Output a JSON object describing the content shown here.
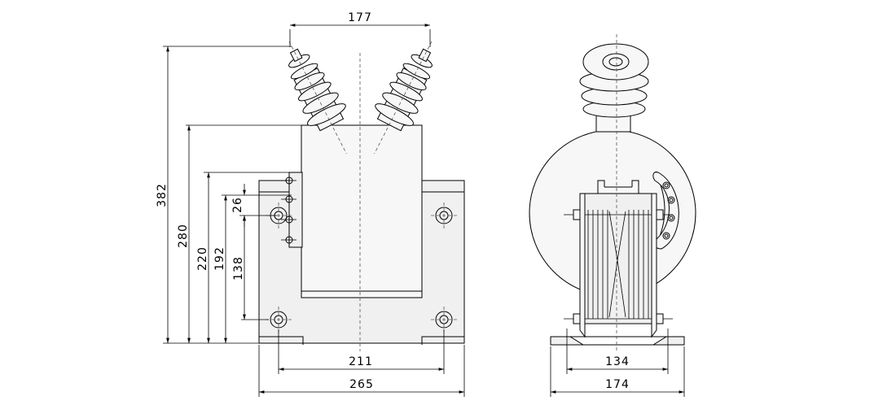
{
  "dimensions": {
    "top_spacing": "177",
    "overall_height": "382",
    "body_height": "280",
    "h220": "220",
    "h192": "192",
    "terminal_pitch": "26",
    "h138": "138",
    "bolt_spacing_front": "211",
    "base_width_front": "265",
    "bolt_spacing_side": "134",
    "base_width_side": "174"
  },
  "colors": {
    "line": "#000000",
    "body_fill": "#f7f7f7",
    "background": "#ffffff"
  }
}
